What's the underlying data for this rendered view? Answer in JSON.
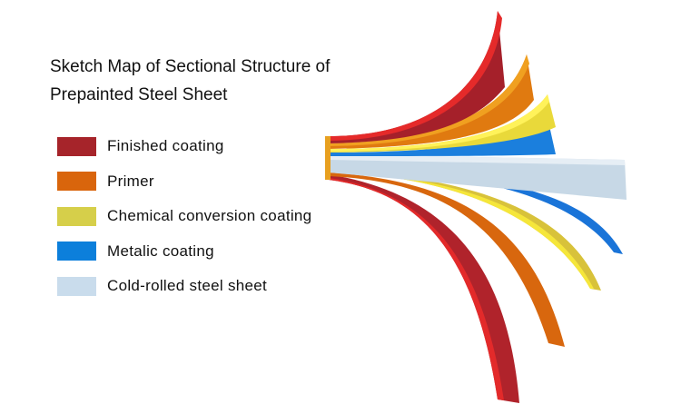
{
  "title": {
    "line1": "Sketch Map of Sectional Structure of",
    "line2": "Prepainted Steel Sheet"
  },
  "legend": [
    {
      "label": "Finished coating",
      "color": "#a6242a"
    },
    {
      "label": "Primer",
      "color": "#d9650c"
    },
    {
      "label": "Chemical conversion coating",
      "color": "#d6cf4a"
    },
    {
      "label": "Metalic coating",
      "color": "#0c7fdb"
    },
    {
      "label": "Cold-rolled steel sheet",
      "color": "#c9dcec"
    }
  ]
}
